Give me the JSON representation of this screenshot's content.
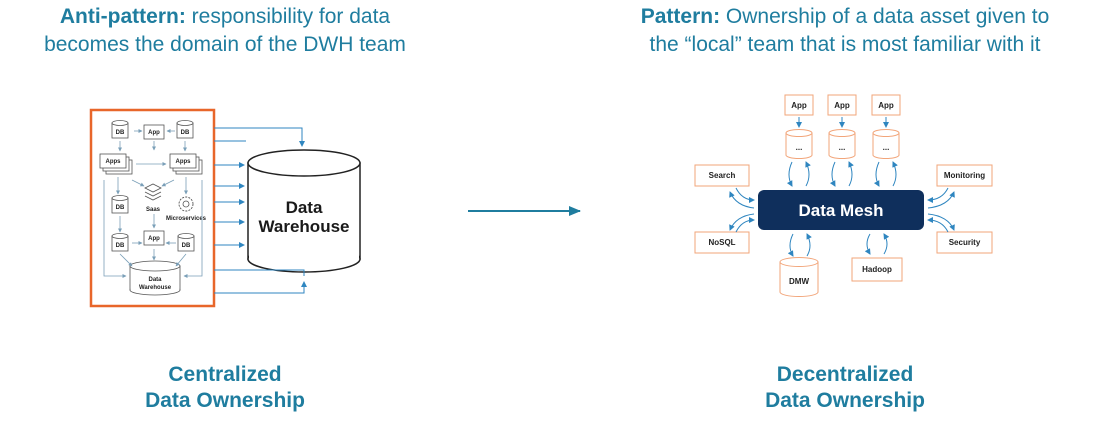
{
  "left": {
    "heading_bold": "Anti-pattern:",
    "heading_line1_rest": " responsibility for data",
    "heading_line2": "becomes the domain of the DWH team",
    "caption_line1": "Centralized",
    "caption_line2": "Data Ownership",
    "warehouse_line1": "Data",
    "warehouse_line2": "Warehouse",
    "nodes": {
      "db": "DB",
      "app": "App",
      "apps": "Apps",
      "saas": "Saas",
      "microservices": "Microservices",
      "data": "Data",
      "warehouse": "Warehouse"
    }
  },
  "right": {
    "heading_bold": "Pattern:",
    "heading_line1_rest": " Ownership of a data asset given to",
    "heading_line2": "the “local” team that is most familiar with it",
    "caption_line1": "Decentralized",
    "caption_line2": "Data Ownership",
    "mesh_label": "Data Mesh",
    "apps": [
      "App",
      "App",
      "App"
    ],
    "ellipsis": "...",
    "search": "Search",
    "nosql": "NoSQL",
    "monitoring": "Monitoring",
    "security": "Security",
    "dmw": "DMW",
    "hadoop": "Hadoop"
  },
  "colors": {
    "accent": "#1f7d9f",
    "orange": "#e8662a",
    "box_orange": "#f2a57a",
    "navy": "#0f2f5c",
    "arrow_blue": "#2f86c0"
  }
}
